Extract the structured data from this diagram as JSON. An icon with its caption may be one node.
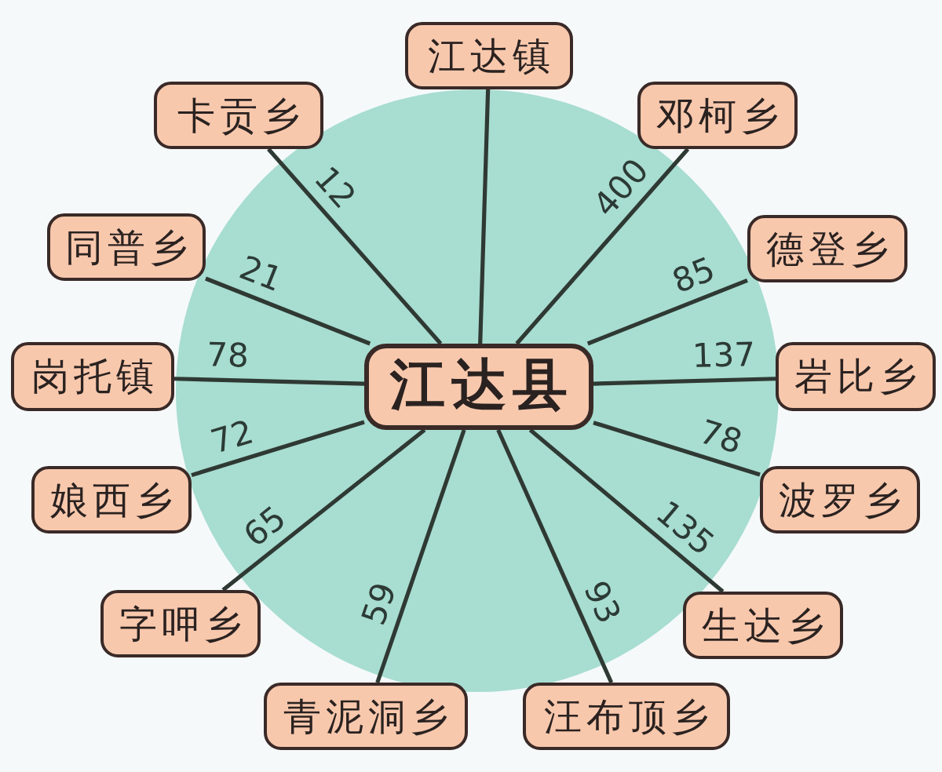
{
  "diagram": {
    "nodes": [
      {
        "text": [
          "江达县"
        ]
      },
      {
        "text": [
          "江达镇"
        ]
      },
      {
        "text": [
          "邓柯乡"
        ]
      },
      {
        "text": [
          "德登乡"
        ]
      },
      {
        "text": [
          "岩比乡"
        ]
      },
      {
        "text": [
          "波罗乡"
        ]
      },
      {
        "text": [
          "生达乡"
        ]
      },
      {
        "text": [
          "汪布顶乡"
        ]
      },
      {
        "text": [
          "青泥洞乡"
        ]
      },
      {
        "text": [
          "字呷乡"
        ]
      },
      {
        "text": [
          "娘西乡"
        ]
      },
      {
        "text": [
          "岗托镇"
        ]
      },
      {
        "text": [
          "同普乡"
        ]
      },
      {
        "text": [
          "卡贡乡"
        ]
      }
    ],
    "edges": [
      {
        "from": 0,
        "to": 1,
        "arrow": "none"
      },
      {
        "from": 0,
        "to": 2,
        "arrow": "none",
        "label": "400"
      },
      {
        "from": 0,
        "to": 3,
        "arrow": "none",
        "label": "85"
      },
      {
        "from": 0,
        "to": 4,
        "arrow": "none",
        "label": "137"
      },
      {
        "from": 0,
        "to": 5,
        "arrow": "none",
        "label": "78"
      },
      {
        "from": 0,
        "to": 6,
        "arrow": "none",
        "label": "135"
      },
      {
        "from": 0,
        "to": 7,
        "arrow": "none",
        "label": "93"
      },
      {
        "from": 0,
        "to": 8,
        "arrow": "none",
        "label": "59"
      },
      {
        "from": 0,
        "to": 9,
        "arrow": "none",
        "label": "65"
      },
      {
        "from": 0,
        "to": 10,
        "arrow": "none",
        "label": "72"
      },
      {
        "from": 0,
        "to": 11,
        "arrow": "none",
        "label": "78"
      },
      {
        "from": 0,
        "to": 12,
        "arrow": "none",
        "label": "21"
      },
      {
        "from": 0,
        "to": 13,
        "arrow": "none",
        "label": "12"
      }
    ]
  }
}
